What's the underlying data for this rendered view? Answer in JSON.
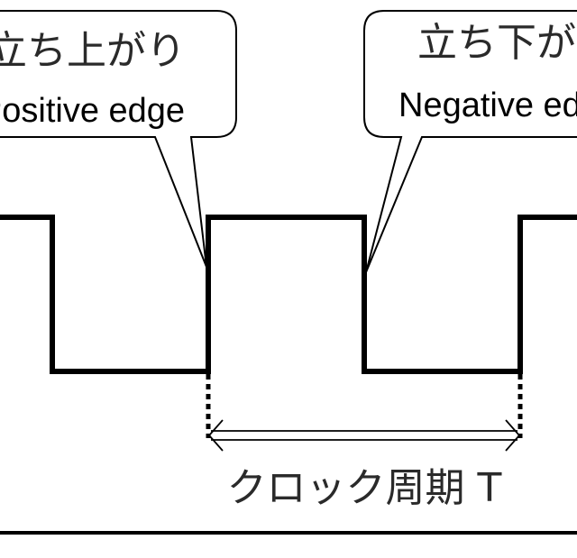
{
  "callouts": {
    "positive": {
      "jp": "立ち上がり",
      "en": "Positive edge"
    },
    "negative": {
      "jp": "立ち下がり",
      "en": "Negative edge"
    }
  },
  "period_label": "クロック周期 T"
}
